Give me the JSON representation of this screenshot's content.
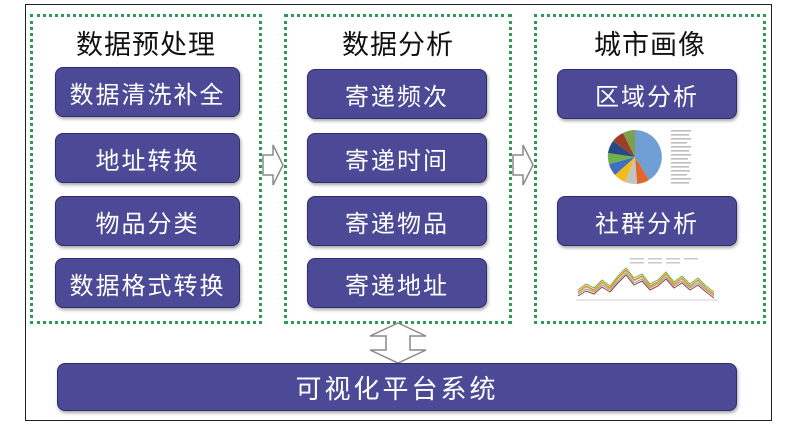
{
  "groups": [
    {
      "title": "数据预处理",
      "items": [
        "数据清洗补全",
        "地址转换",
        "物品分类",
        "数据格式转换"
      ]
    },
    {
      "title": "数据分析",
      "items": [
        "寄递频次",
        "寄递时间",
        "寄递物品",
        "寄递地址"
      ]
    },
    {
      "title": "城市画像",
      "items": [
        "区域分析",
        "社群分析"
      ]
    }
  ],
  "platform": {
    "label": "可视化平台系统"
  },
  "colors": {
    "box_fill": "#4c4a96",
    "group_border": "#2e9a55",
    "arrow_fill": "#ffffff",
    "arrow_stroke": "#8a8a8a"
  }
}
